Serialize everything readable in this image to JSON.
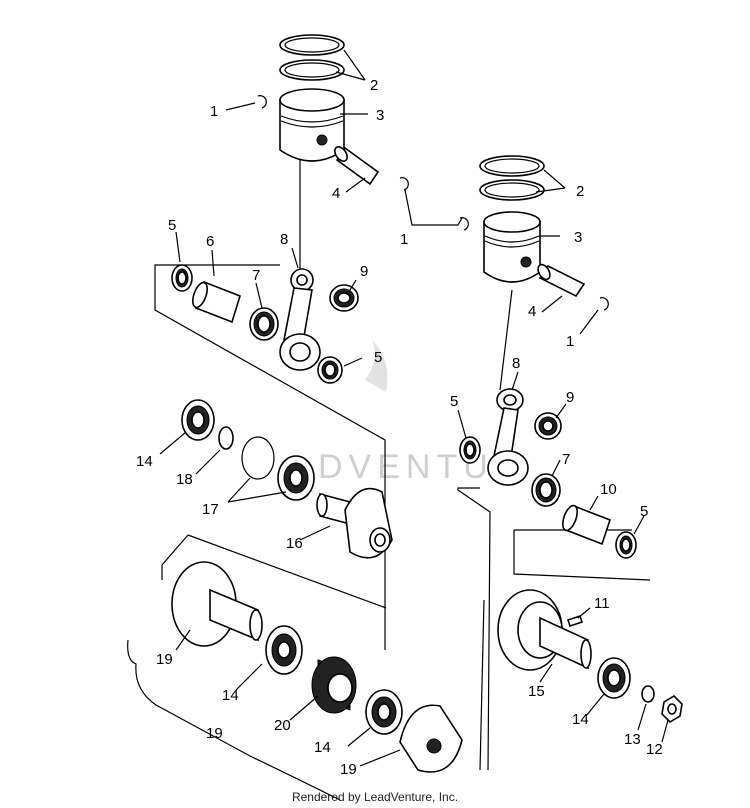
{
  "watermark": "DVENTU",
  "footer": "Rendered by LeadVenture, Inc.",
  "callouts": {
    "c1a": "1",
    "c2a": "2",
    "c3a": "3",
    "c4a": "4",
    "c1b": "1",
    "c5a": "5",
    "c6": "6",
    "c8a": "8",
    "c7a": "7",
    "c9a": "9",
    "c5b": "5",
    "c2b": "2",
    "c3b": "3",
    "c4b": "4",
    "c1c": "1",
    "c8b": "8",
    "c5c": "5",
    "c9b": "9",
    "c7b": "7",
    "c10": "10",
    "c5d": "5",
    "c14a": "14",
    "c18": "18",
    "c17": "17",
    "c16": "16",
    "c11": "11",
    "c19a": "19",
    "c14b": "14",
    "c20": "20",
    "c19b": "19",
    "c14c": "14",
    "c19c": "19",
    "c15": "15",
    "c14d": "14",
    "c13": "13",
    "c12": "12"
  },
  "colors": {
    "line": "#000000",
    "watermark": "#cfcfcf"
  }
}
